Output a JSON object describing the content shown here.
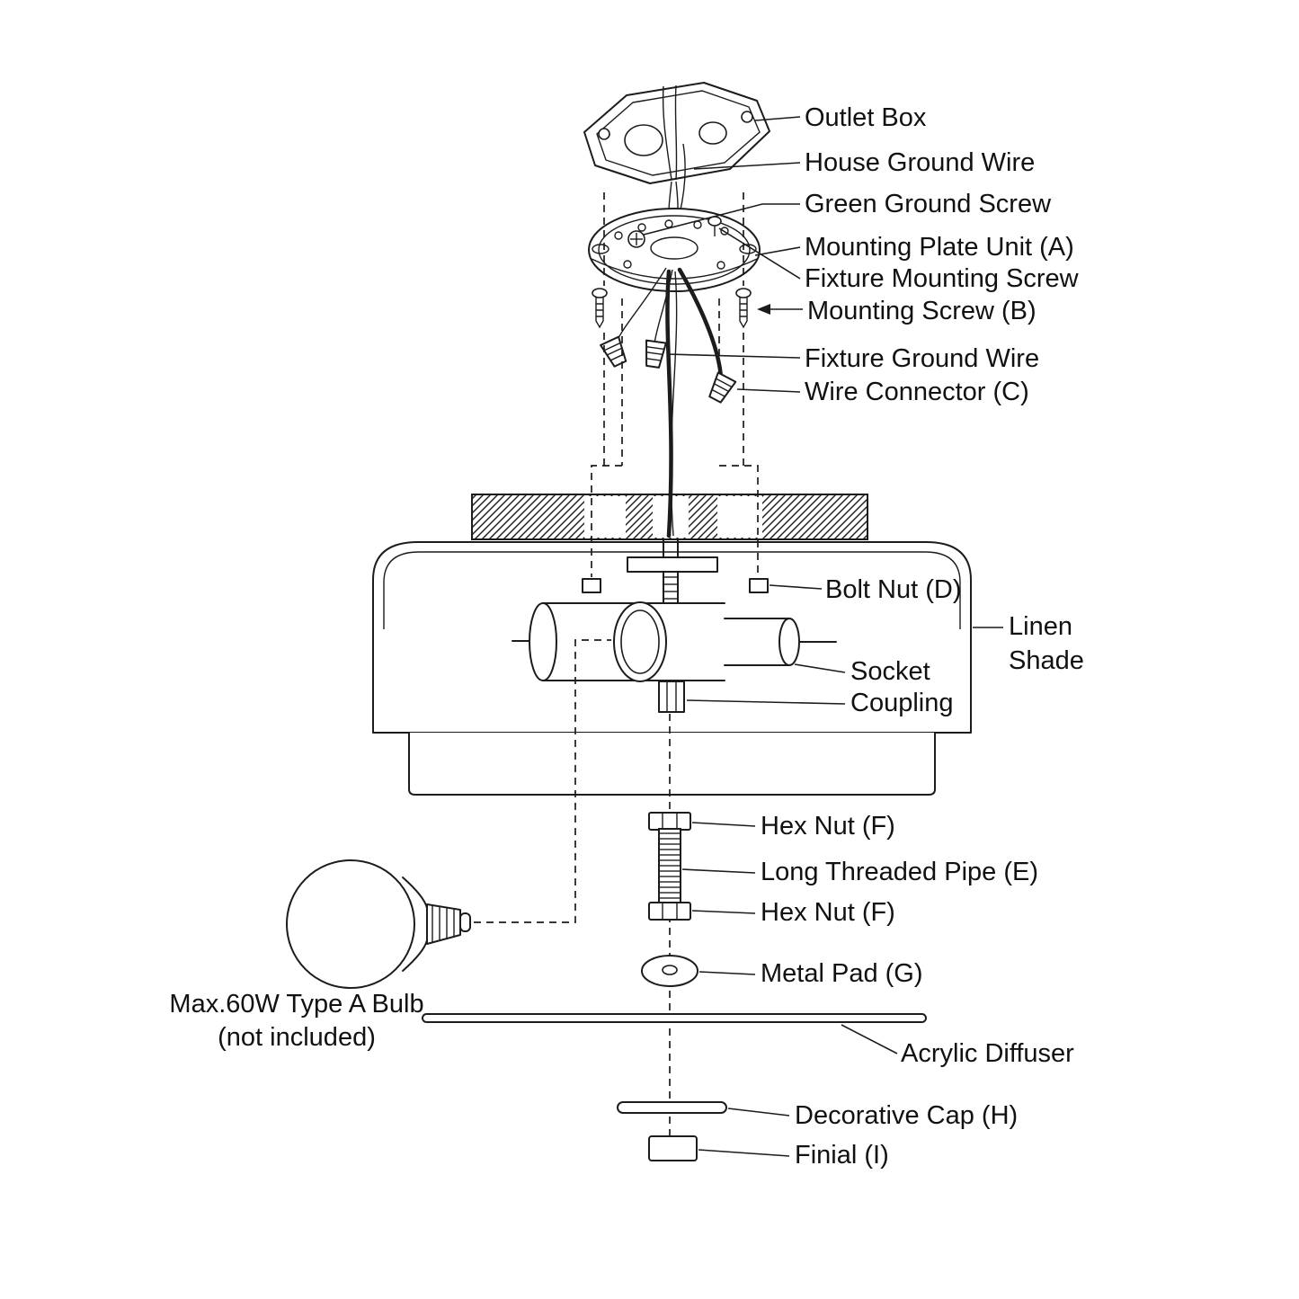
{
  "diagram": {
    "type": "exploded-assembly-diagram",
    "subject": "flush-mount ceiling light fixture installation",
    "colors": {
      "line": "#1c1c1c",
      "background": "#ffffff",
      "text": "#111111"
    },
    "labels": {
      "outlet_box": "Outlet Box",
      "house_ground_wire": "House Ground Wire",
      "green_ground_screw": "Green Ground Screw",
      "mounting_plate": "Mounting Plate Unit (A)",
      "fixture_mounting_screw": "Fixture Mounting Screw",
      "mounting_screw": "Mounting Screw (B)",
      "fixture_ground_wire": "Fixture Ground Wire",
      "wire_connector": "Wire Connector (C)",
      "bolt_nut": "Bolt Nut (D)",
      "linen_shade_line1": "Linen",
      "linen_shade_line2": "Shade",
      "socket": "Socket",
      "coupling": "Coupling",
      "hex_nut_top": "Hex Nut (F)",
      "long_threaded_pipe": "Long Threaded Pipe (E)",
      "hex_nut_bottom": "Hex Nut (F)",
      "metal_pad": "Metal Pad (G)",
      "bulb_note_line1": "Max.60W Type A Bulb",
      "bulb_note_line2": "(not included)",
      "acrylic_diffuser": "Acrylic Diffuser",
      "decorative_cap": "Decorative Cap (H)",
      "finial": "Finial (I)"
    }
  }
}
